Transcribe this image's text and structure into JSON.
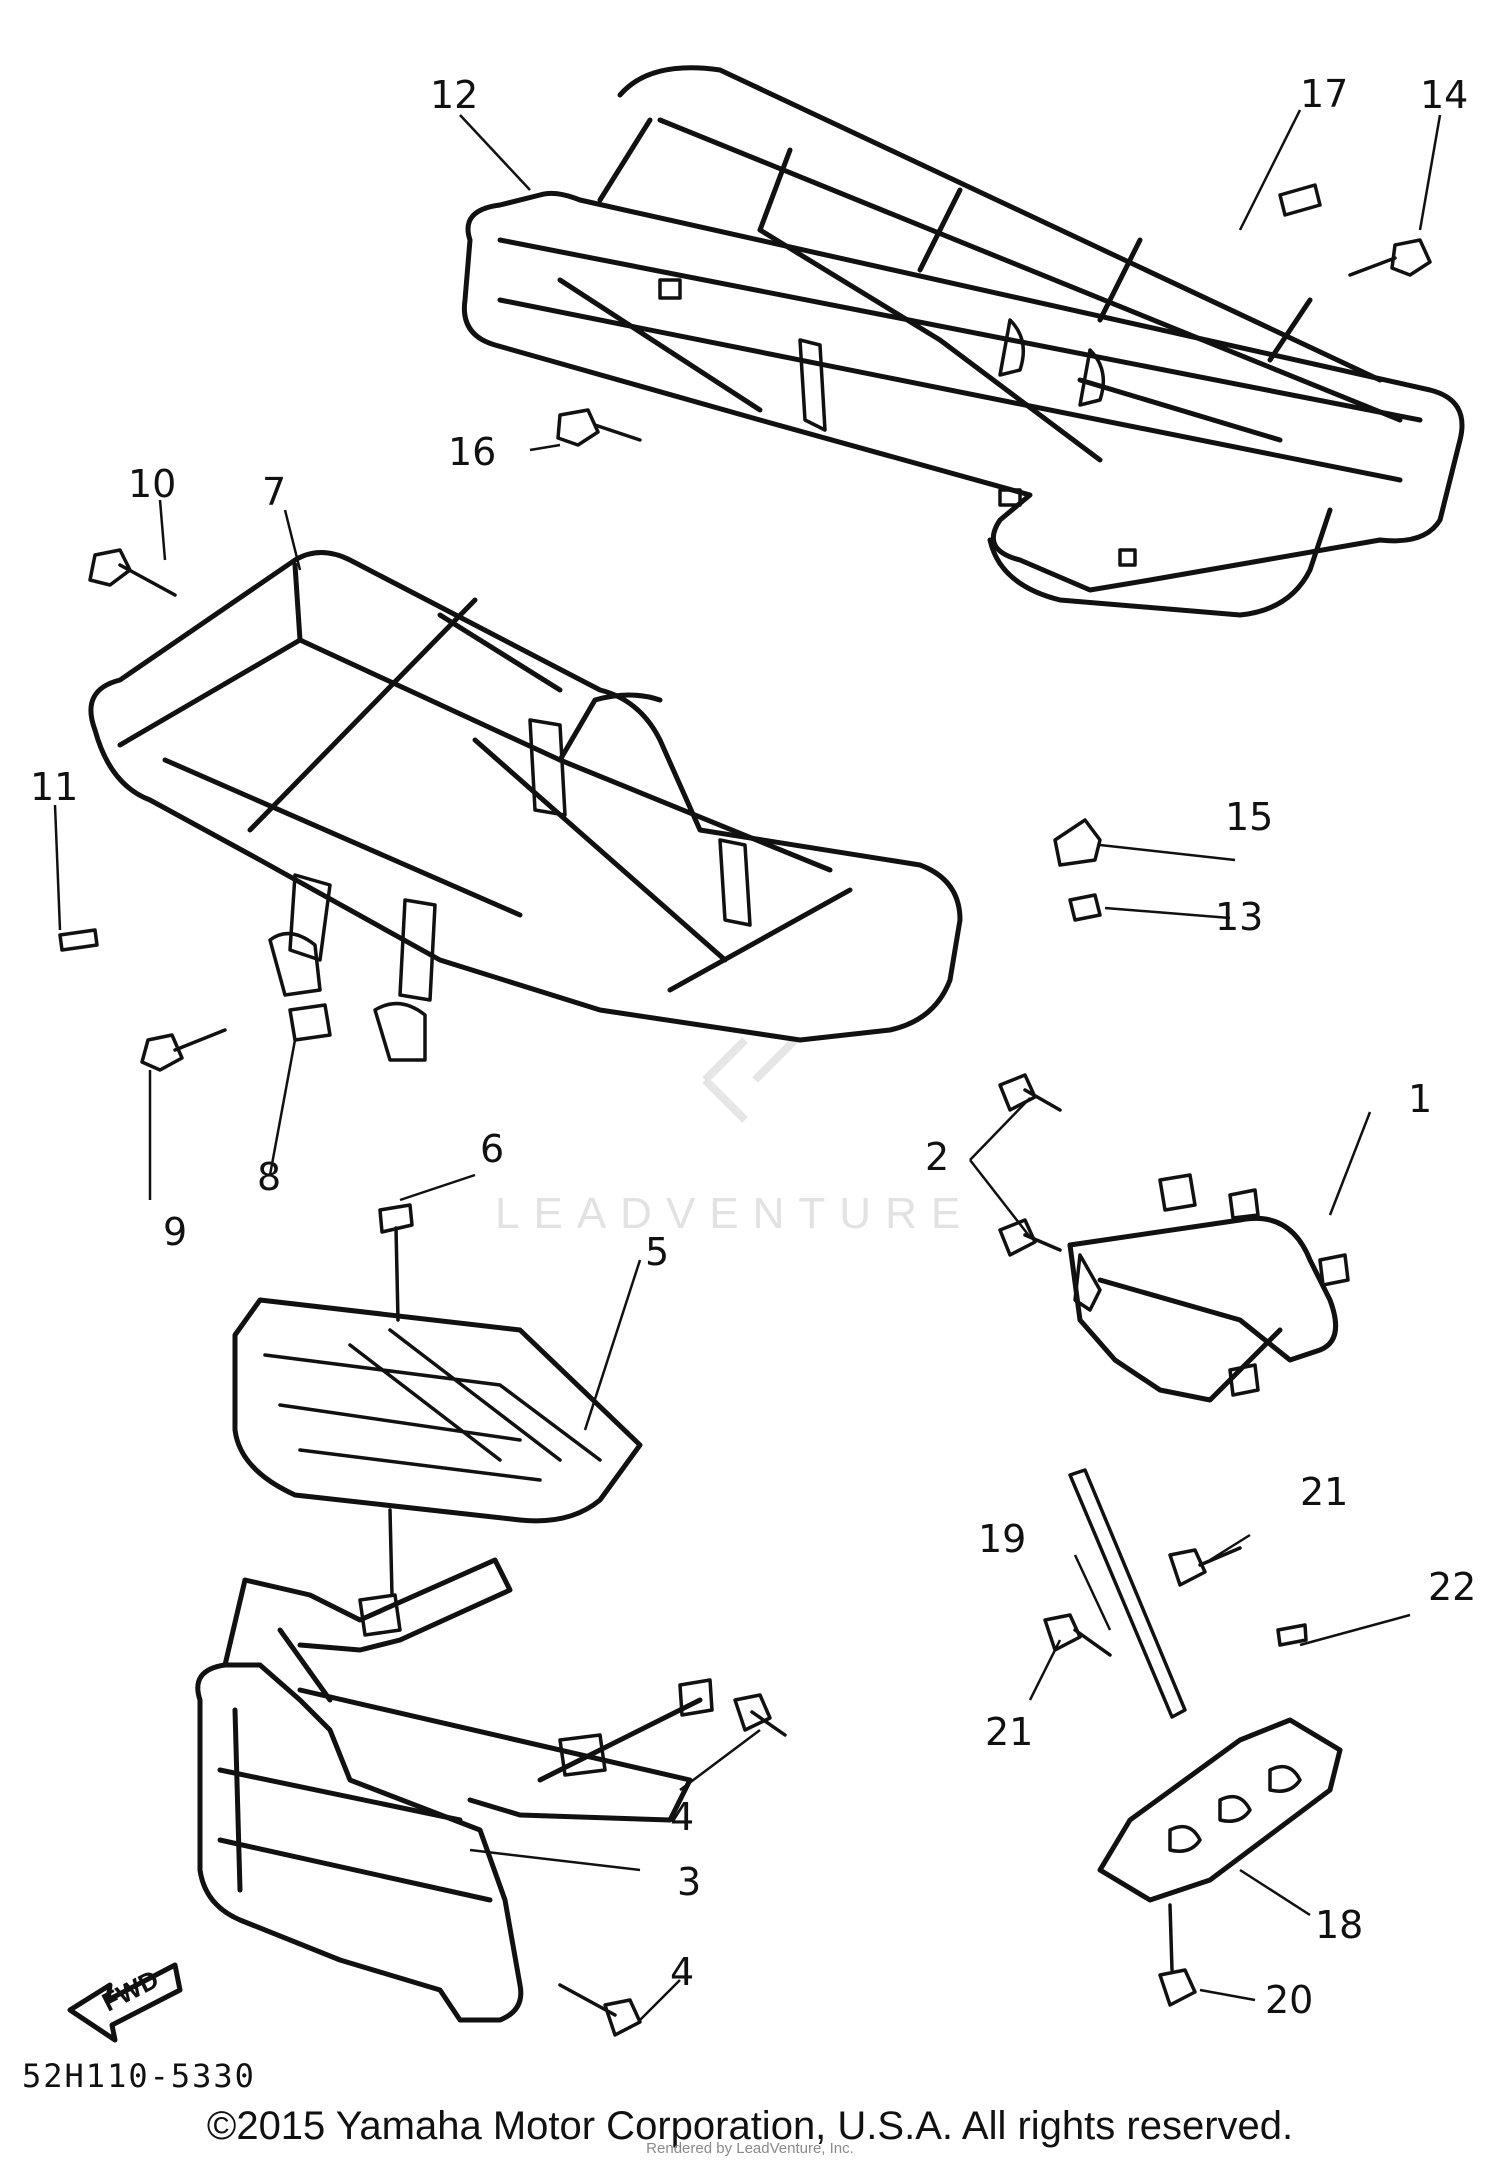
{
  "diagram": {
    "part_code": "52H110-5330",
    "watermark": "LEADVENTURE",
    "fwd_label": "FWD",
    "callouts": {
      "c1": "1",
      "c2": "2",
      "c3": "3",
      "c4a": "4",
      "c4b": "4",
      "c5": "5",
      "c6": "6",
      "c7": "7",
      "c8": "8",
      "c9": "9",
      "c10": "10",
      "c11": "11",
      "c12": "12",
      "c13": "13",
      "c14": "14",
      "c15": "15",
      "c16": "16",
      "c17": "17",
      "c18": "18",
      "c19": "19",
      "c20": "20",
      "c21a": "21",
      "c21b": "21",
      "c22": "22"
    }
  },
  "footer": {
    "copyright": "©2015 Yamaha Motor Corporation, U.S.A. All rights reserved.",
    "rendered_by": "Rendered by LeadVenture, Inc."
  }
}
